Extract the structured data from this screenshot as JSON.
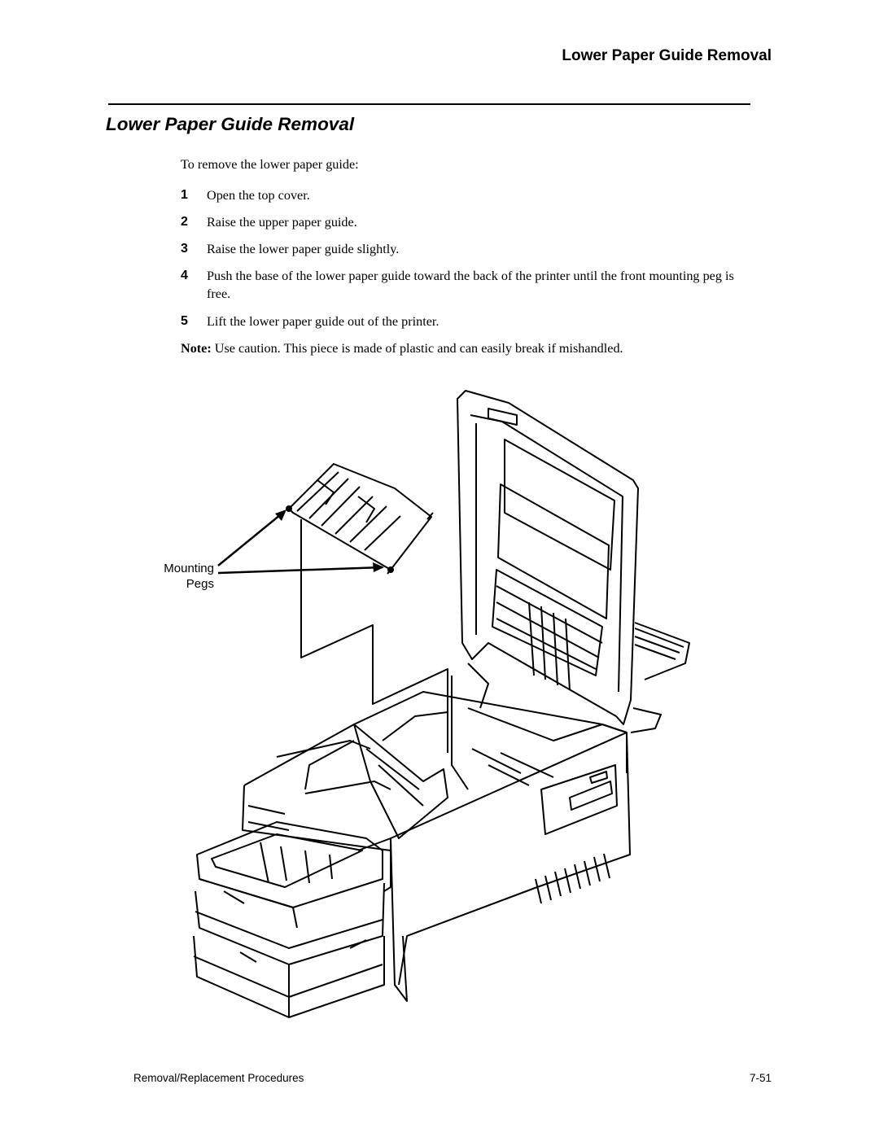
{
  "header": {
    "running_title": "Lower Paper Guide Removal"
  },
  "section": {
    "title": "Lower Paper Guide Removal"
  },
  "intro": "To remove the lower paper guide:",
  "steps": [
    {
      "number": "1",
      "text": "Open the top cover."
    },
    {
      "number": "2",
      "text": "Raise the upper paper guide."
    },
    {
      "number": "3",
      "text": "Raise the lower paper guide slightly."
    },
    {
      "number": "4",
      "text": "Push the base of the lower paper guide toward the back of the printer until the front mounting peg is free."
    },
    {
      "number": "5",
      "text": "Lift the lower paper guide out of the printer."
    }
  ],
  "note": {
    "label": "Note:",
    "text": " Use caution. This piece is made of plastic and can easily break if mishandled."
  },
  "figure": {
    "callout_line1": "Mounting",
    "callout_line2": "Pegs"
  },
  "footer": {
    "left": "Removal/Replacement Procedures",
    "right": "7-51"
  }
}
